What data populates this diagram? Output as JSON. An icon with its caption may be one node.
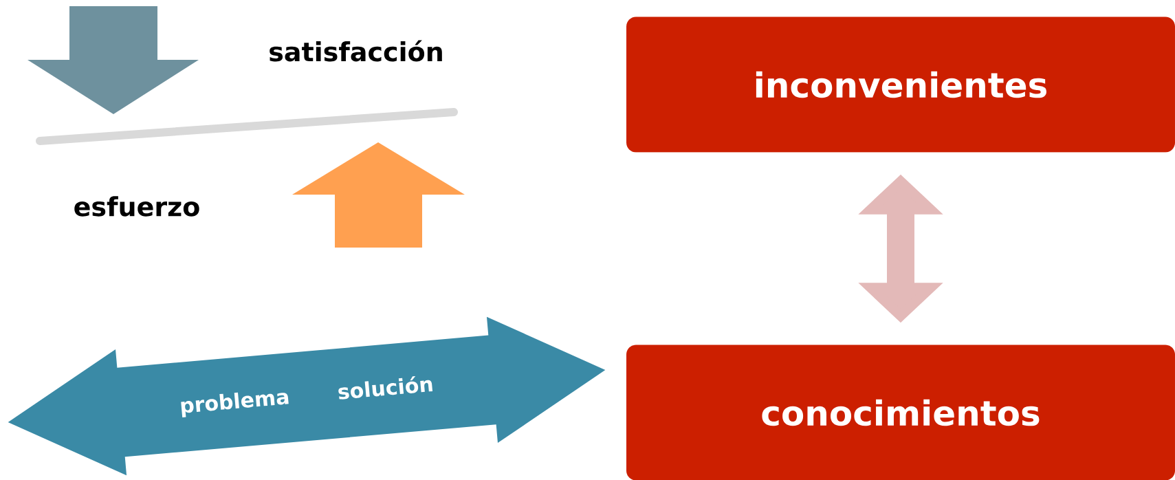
{
  "diagram": {
    "nodes": [
      {
        "text": [
          "inconvenientes"
        ]
      },
      {
        "text": [
          "conocimientos"
        ]
      },
      {
        "text": [
          "problema",
          "solución"
        ]
      }
    ],
    "edges": [
      {
        "from": 0,
        "to": 1,
        "arrow": "both"
      }
    ],
    "labels": [
      "satisfacción",
      "esfuerzo"
    ]
  }
}
